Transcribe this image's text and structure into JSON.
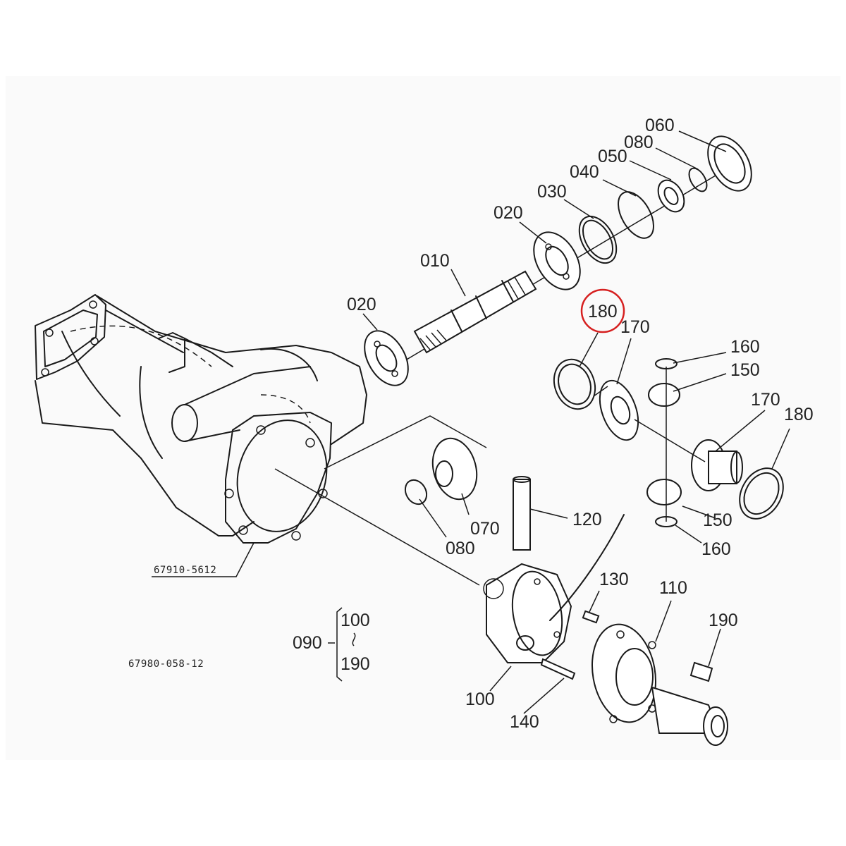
{
  "diagram": {
    "highlight_color": "#d62020",
    "highlighted_callout": "180",
    "labels": {
      "l060": "060",
      "l080a": "080",
      "l050": "050",
      "l040": "040",
      "l030": "030",
      "l020a": "020",
      "l010": "010",
      "l020b": "020",
      "l180a": "180",
      "l170a": "170",
      "l160a": "160",
      "l150a": "150",
      "l170b": "170",
      "l180b": "180",
      "l150b": "150",
      "l160b": "160",
      "l120": "120",
      "l070": "070",
      "l080b": "080",
      "l130": "130",
      "l110": "110",
      "l190a": "190",
      "l100a": "100",
      "l140": "140",
      "l090": "090",
      "l100b": "100",
      "l190b": "190"
    },
    "part_number": "67910-5612",
    "drawing_number": "67980-058-12"
  }
}
